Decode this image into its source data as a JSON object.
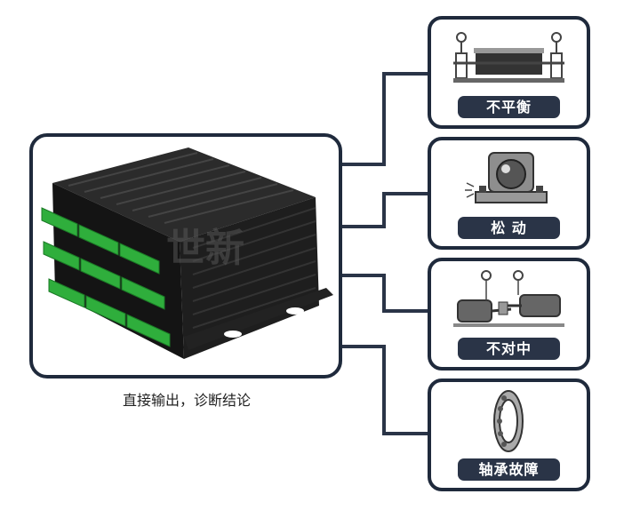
{
  "device": {
    "caption": "直接输出，诊断结论",
    "watermark": "世新"
  },
  "faults": [
    {
      "label": "不平衡",
      "icon": "rotor-unbalance-icon"
    },
    {
      "label": "松  动",
      "icon": "bearing-block-looseness-icon"
    },
    {
      "label": "不对中",
      "icon": "shaft-misalignment-icon"
    },
    {
      "label": "轴承故障",
      "icon": "rolling-bearing-icon"
    }
  ],
  "colors": {
    "frame": "#1f2a3c",
    "label_bg": "#2a3447",
    "terminal_green": "#2fae3c",
    "device_body": "#1a1a1a"
  }
}
